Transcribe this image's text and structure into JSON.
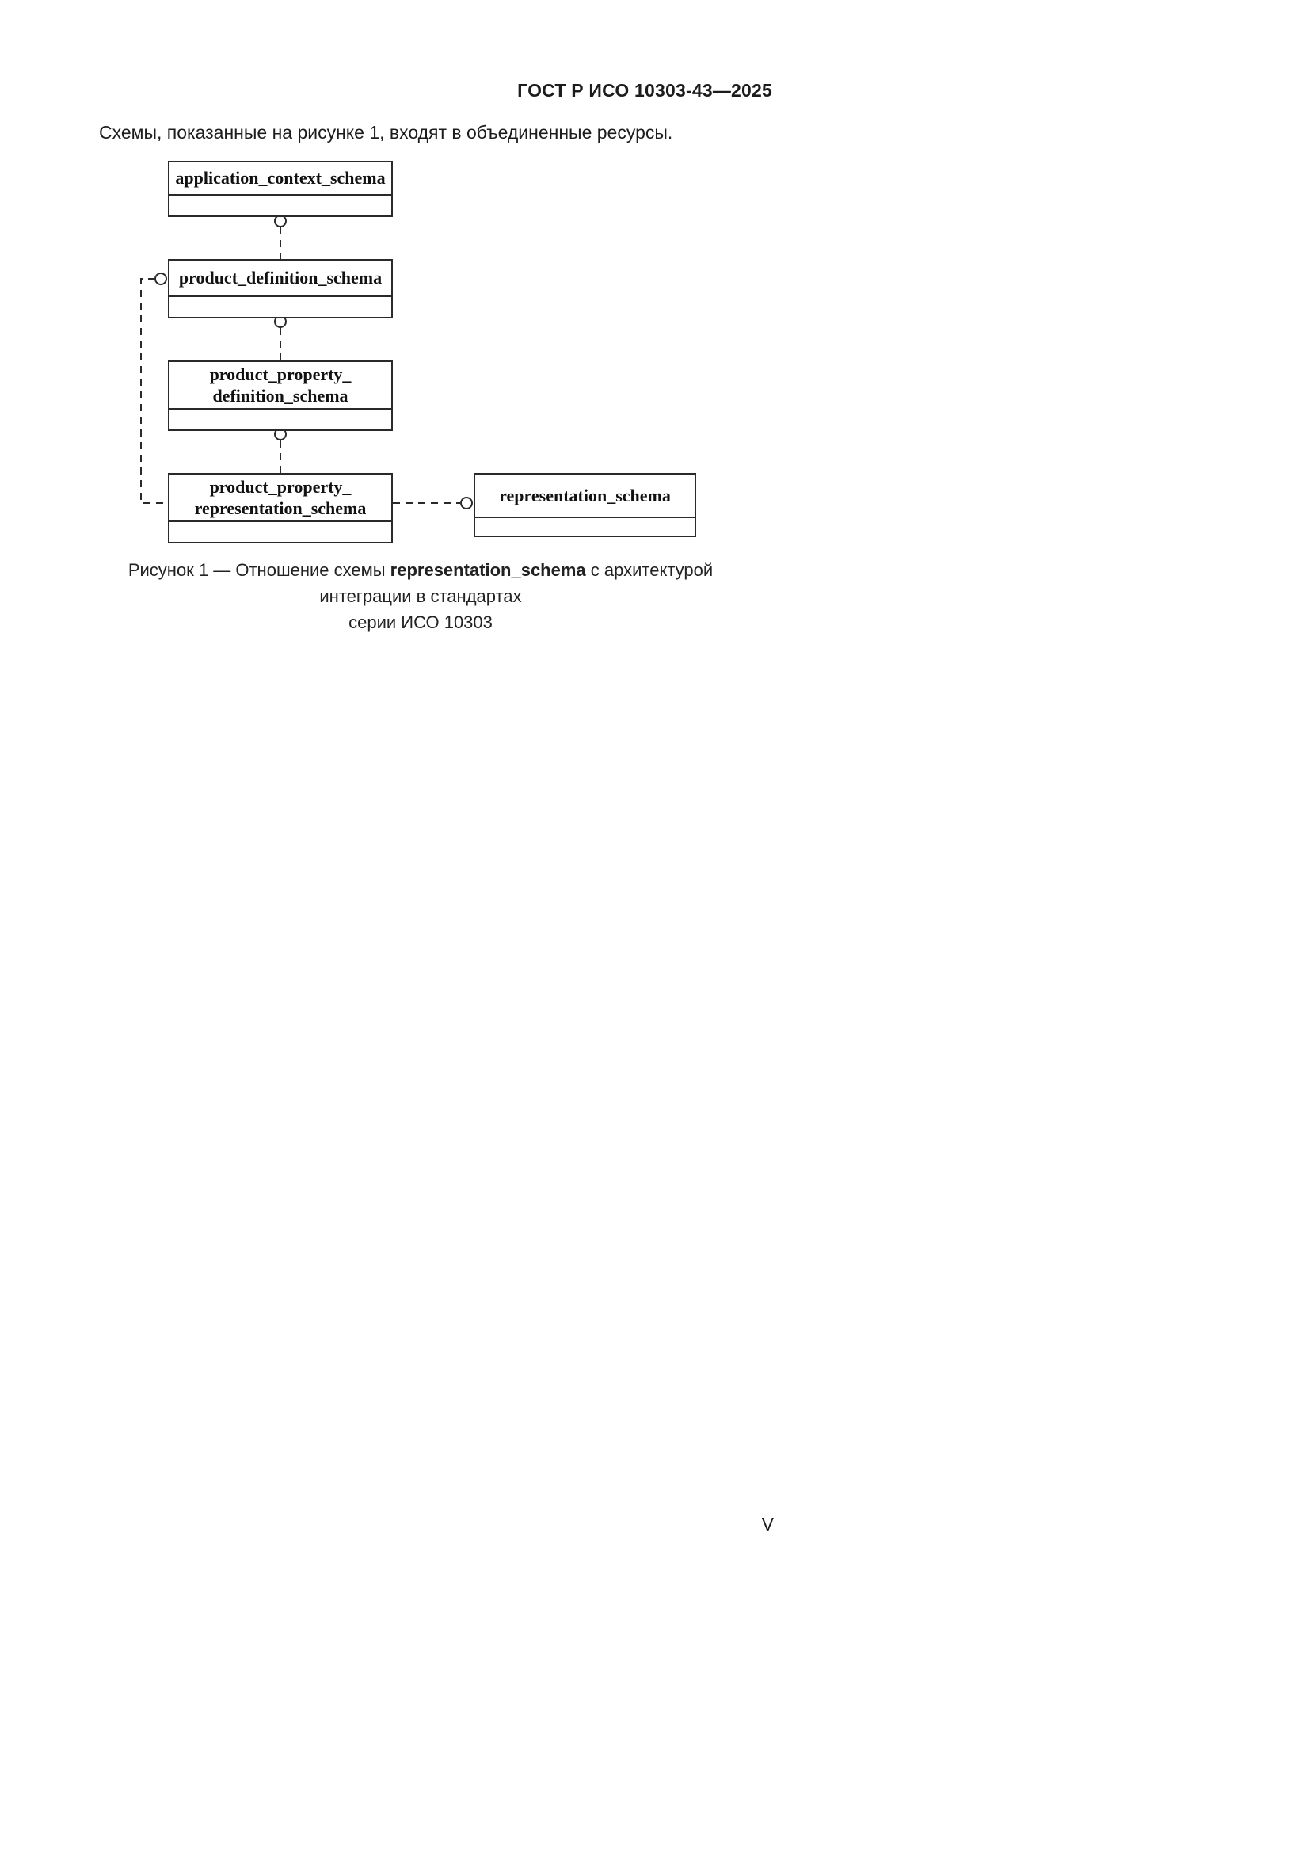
{
  "page": {
    "header": "ГОСТ Р ИСО 10303-43—2025",
    "intro_text": "Схемы, показанные на рисунке 1, входят в объединенные ресурсы.",
    "page_number": "V"
  },
  "diagram": {
    "boxes": [
      {
        "id": "application_context_schema",
        "lines": [
          "application_context_schema"
        ]
      },
      {
        "id": "product_definition_schema",
        "lines": [
          "product_definition_schema"
        ]
      },
      {
        "id": "product_property_definition_schema",
        "lines": [
          "product_property_",
          "definition_schema"
        ]
      },
      {
        "id": "product_property_representation_schema",
        "lines": [
          "product_property_",
          "representation_schema"
        ]
      },
      {
        "id": "representation_schema",
        "lines": [
          "representation_schema"
        ]
      }
    ],
    "connections": [
      {
        "from": "application_context_schema",
        "to": "product_definition_schema",
        "style": "dashed-circle"
      },
      {
        "from": "product_definition_schema",
        "to": "product_property_definition_schema",
        "style": "dashed-circle"
      },
      {
        "from": "product_property_definition_schema",
        "to": "product_property_representation_schema",
        "style": "dashed-circle"
      },
      {
        "from": "product_definition_schema",
        "to": "product_property_representation_schema",
        "style": "dashed-circle-left"
      },
      {
        "from": "product_property_representation_schema",
        "to": "representation_schema",
        "style": "dashed-circle"
      }
    ]
  },
  "caption": {
    "prefix": "Рисунок 1 — Отношение схемы ",
    "bold": "representation_schema",
    "suffix": " с архитектурой интеграции в стандартах",
    "line2": "серии ИСО 10303"
  }
}
